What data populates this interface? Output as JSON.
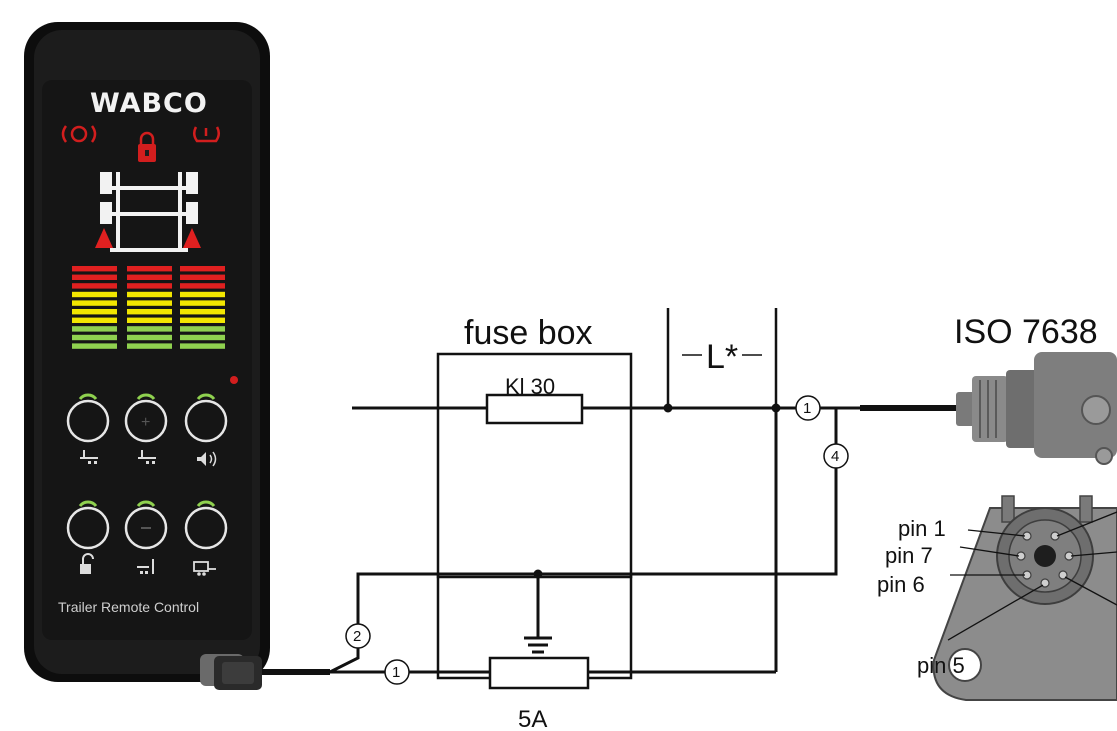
{
  "device": {
    "brand": "WABCO",
    "caption": "Trailer Remote Control",
    "colors": {
      "body": "#1c1c1c",
      "red": "#e02020",
      "yellow": "#f2e600",
      "green": "#8fd14f",
      "ring": "#e6e6e6"
    },
    "icons": [
      "brake-icon",
      "lock-icon",
      "tire-pressure-icon",
      "axle-diagram-icon",
      "warning-icon"
    ],
    "button_icons": [
      "lift-axle-down-icon",
      "plus-icon",
      "speaker-icon",
      "unlock-icon",
      "lift-axle-up-icon",
      "trailer-icon"
    ]
  },
  "labels": {
    "fuse_box": "fuse box",
    "kl30": "Kl 30",
    "length": "L*",
    "fuse_rating": "5A",
    "iso": "ISO 7638"
  },
  "wire_markers": [
    "1",
    "4",
    "2",
    "1"
  ],
  "pins": [
    "pin 1",
    "pin 7",
    "pin 6",
    "pin 5"
  ]
}
